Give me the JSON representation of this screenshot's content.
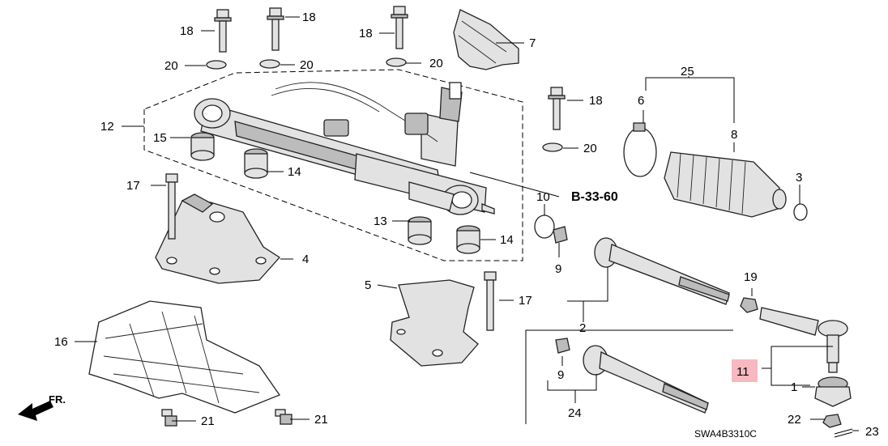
{
  "callouts": {
    "c18a": "18",
    "c18b": "18",
    "c18c": "18",
    "c18d": "18",
    "c20a": "20",
    "c20b": "20",
    "c20c": "20",
    "c20d": "20",
    "c7": "7",
    "c12": "12",
    "c15": "15",
    "c14a": "14",
    "c14b": "14",
    "c13": "13",
    "c17a": "17",
    "c17b": "17",
    "c4": "4",
    "c5": "5",
    "c16": "16",
    "c21a": "21",
    "c21b": "21",
    "c10": "10",
    "c9a": "9",
    "c9b": "9",
    "c2": "2",
    "c24": "24",
    "c25": "25",
    "c6": "6",
    "c8": "8",
    "c3": "3",
    "c19": "19",
    "c11": "11",
    "c1": "1",
    "c22": "22",
    "c23": "23"
  },
  "reference_label": "B-33-60",
  "diagram_code": "SWA4B3310C",
  "front_marker": "FR.",
  "colors": {
    "highlight_box": "#f7b8c0",
    "line": "#000000"
  }
}
